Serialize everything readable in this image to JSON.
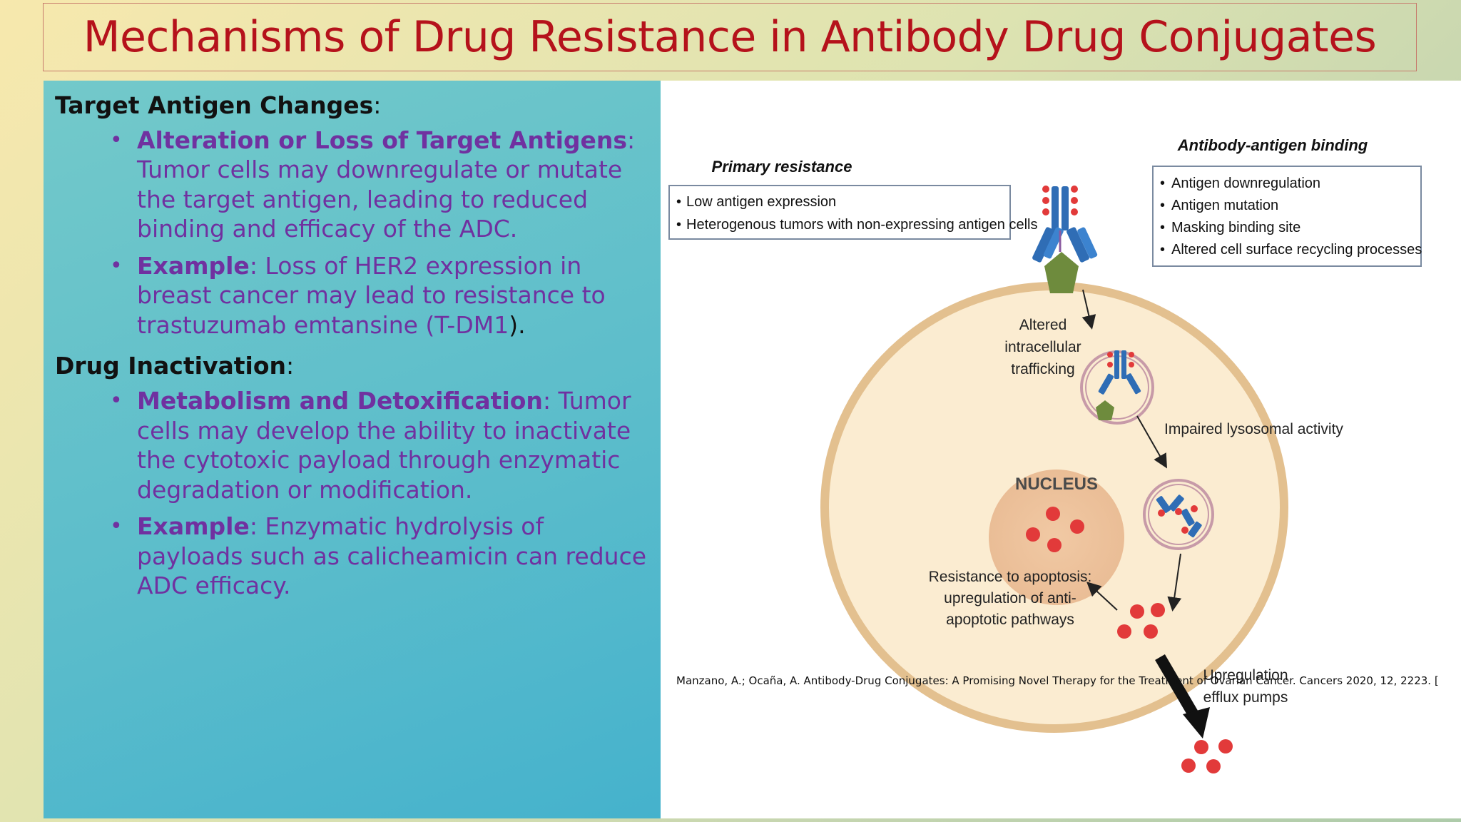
{
  "title": "Mechanisms of Drug Resistance in Antibody Drug Conjugates",
  "sections": [
    {
      "heading": "Target Antigen Changes",
      "colon": ":",
      "bullets": [
        {
          "bold": "Alteration or Loss of Target Antigens",
          "text": ": Tumor cells may downregulate or mutate the target antigen, leading to reduced binding and efficacy of the ADC.",
          "tail": ""
        },
        {
          "bold": "Example",
          "text": ": Loss of HER2 expression in breast cancer may lead to resistance to trastuzumab emtansine (T-DM1",
          "tail": ")."
        }
      ]
    },
    {
      "heading": "Drug Inactivation",
      "colon": ":",
      "bullets": [
        {
          "bold": "Metabolism and Detoxification",
          "text": ": Tumor cells may develop the ability to inactivate the cytotoxic payload through enzymatic degradation or modification.",
          "tail": ""
        },
        {
          "bold": "Example",
          "text": ": Enzymatic hydrolysis of payloads such as calicheamicin can reduce ADC efficacy.",
          "tail": ""
        }
      ]
    }
  ],
  "figure": {
    "primary_title": "Primary resistance",
    "primary_items": [
      "Low antigen expression",
      "Heterogenous tumors with non-expressing antigen cells"
    ],
    "binding_title": "Antibody-antigen binding",
    "binding_items": [
      "Antigen downregulation",
      "Antigen mutation",
      "Masking binding site",
      "Altered cell surface recycling processes"
    ],
    "trafficking": [
      "Altered",
      "intracellular",
      "trafficking"
    ],
    "lysosomal": "Impaired lysosomal activity",
    "nucleus": "NUCLEUS",
    "apoptosis": [
      "Resistance to apoptosis:",
      "upregulation of anti-",
      "apoptotic pathways"
    ],
    "efflux": [
      "Upregulation",
      "efflux pumps"
    ],
    "colors": {
      "cell_border": "#e3c08f",
      "cell_fill": "#fbecd1",
      "antibody": "#2f6db5",
      "payload": "#e23a3a",
      "antigen": "#6e8b3d"
    }
  },
  "citation": "Manzano, A.; Ocaña, A. Antibody-Drug Conjugates: A Promising Novel Therapy for the Treatment of Ovarian Cancer. Cancers 2020, 12, 2223. ["
}
